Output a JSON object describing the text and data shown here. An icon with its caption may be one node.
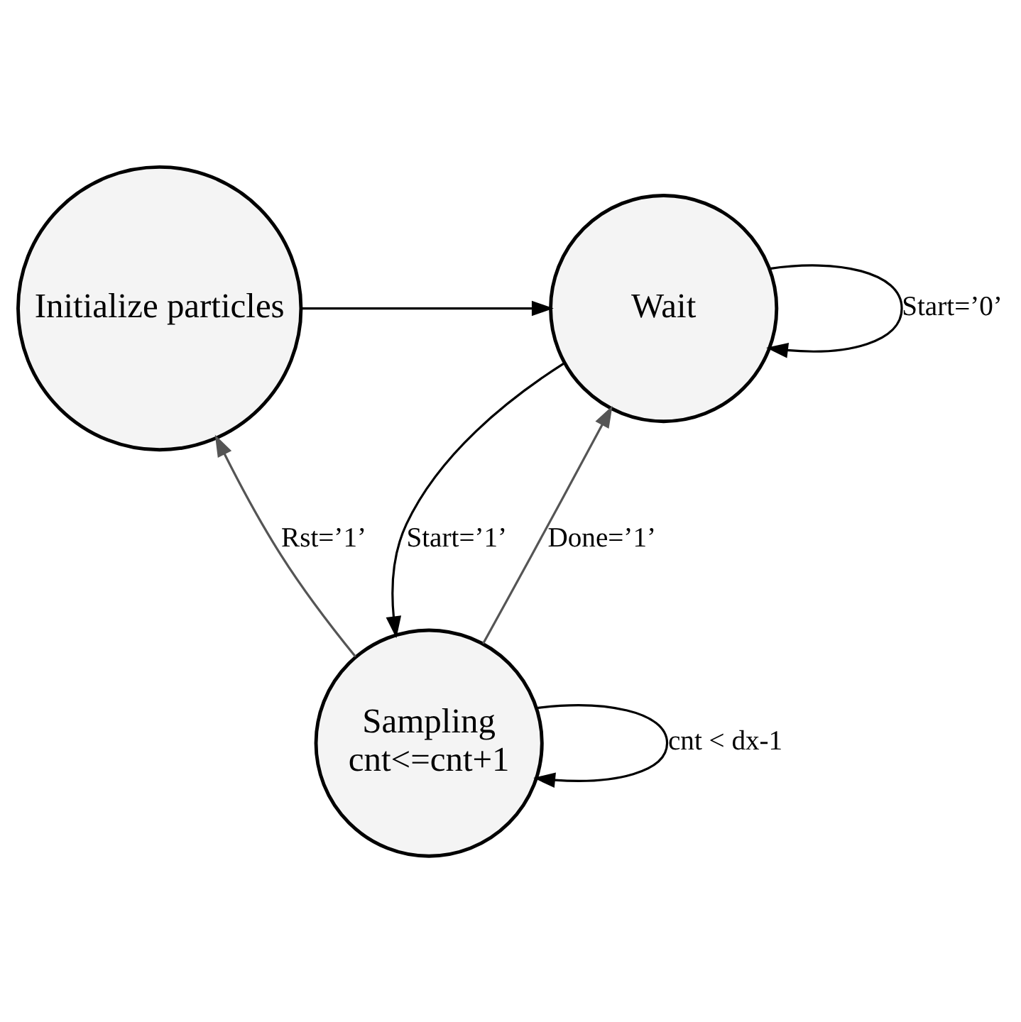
{
  "diagram": {
    "nodes": [
      {
        "text": [
          "Initialize particles"
        ]
      },
      {
        "text": [
          "Wait"
        ]
      },
      {
        "text": [
          "Sampling",
          "cnt<=cnt+1"
        ]
      }
    ],
    "edges": [
      {
        "from": 0,
        "to": 1,
        "arrow": "to"
      },
      {
        "from": 1,
        "to": 1,
        "arrow": "to",
        "label": "Start=’0’"
      },
      {
        "from": 1,
        "to": 2,
        "arrow": "to",
        "label": "Start=’1’"
      },
      {
        "from": 2,
        "to": 1,
        "arrow": "to",
        "label": "Done=’1’",
        "color": "#555555"
      },
      {
        "from": 2,
        "to": 0,
        "arrow": "to",
        "label": "Rst=’1’",
        "color": "#555555"
      },
      {
        "from": 2,
        "to": 2,
        "arrow": "to",
        "label": "cnt < dx-1"
      }
    ]
  }
}
